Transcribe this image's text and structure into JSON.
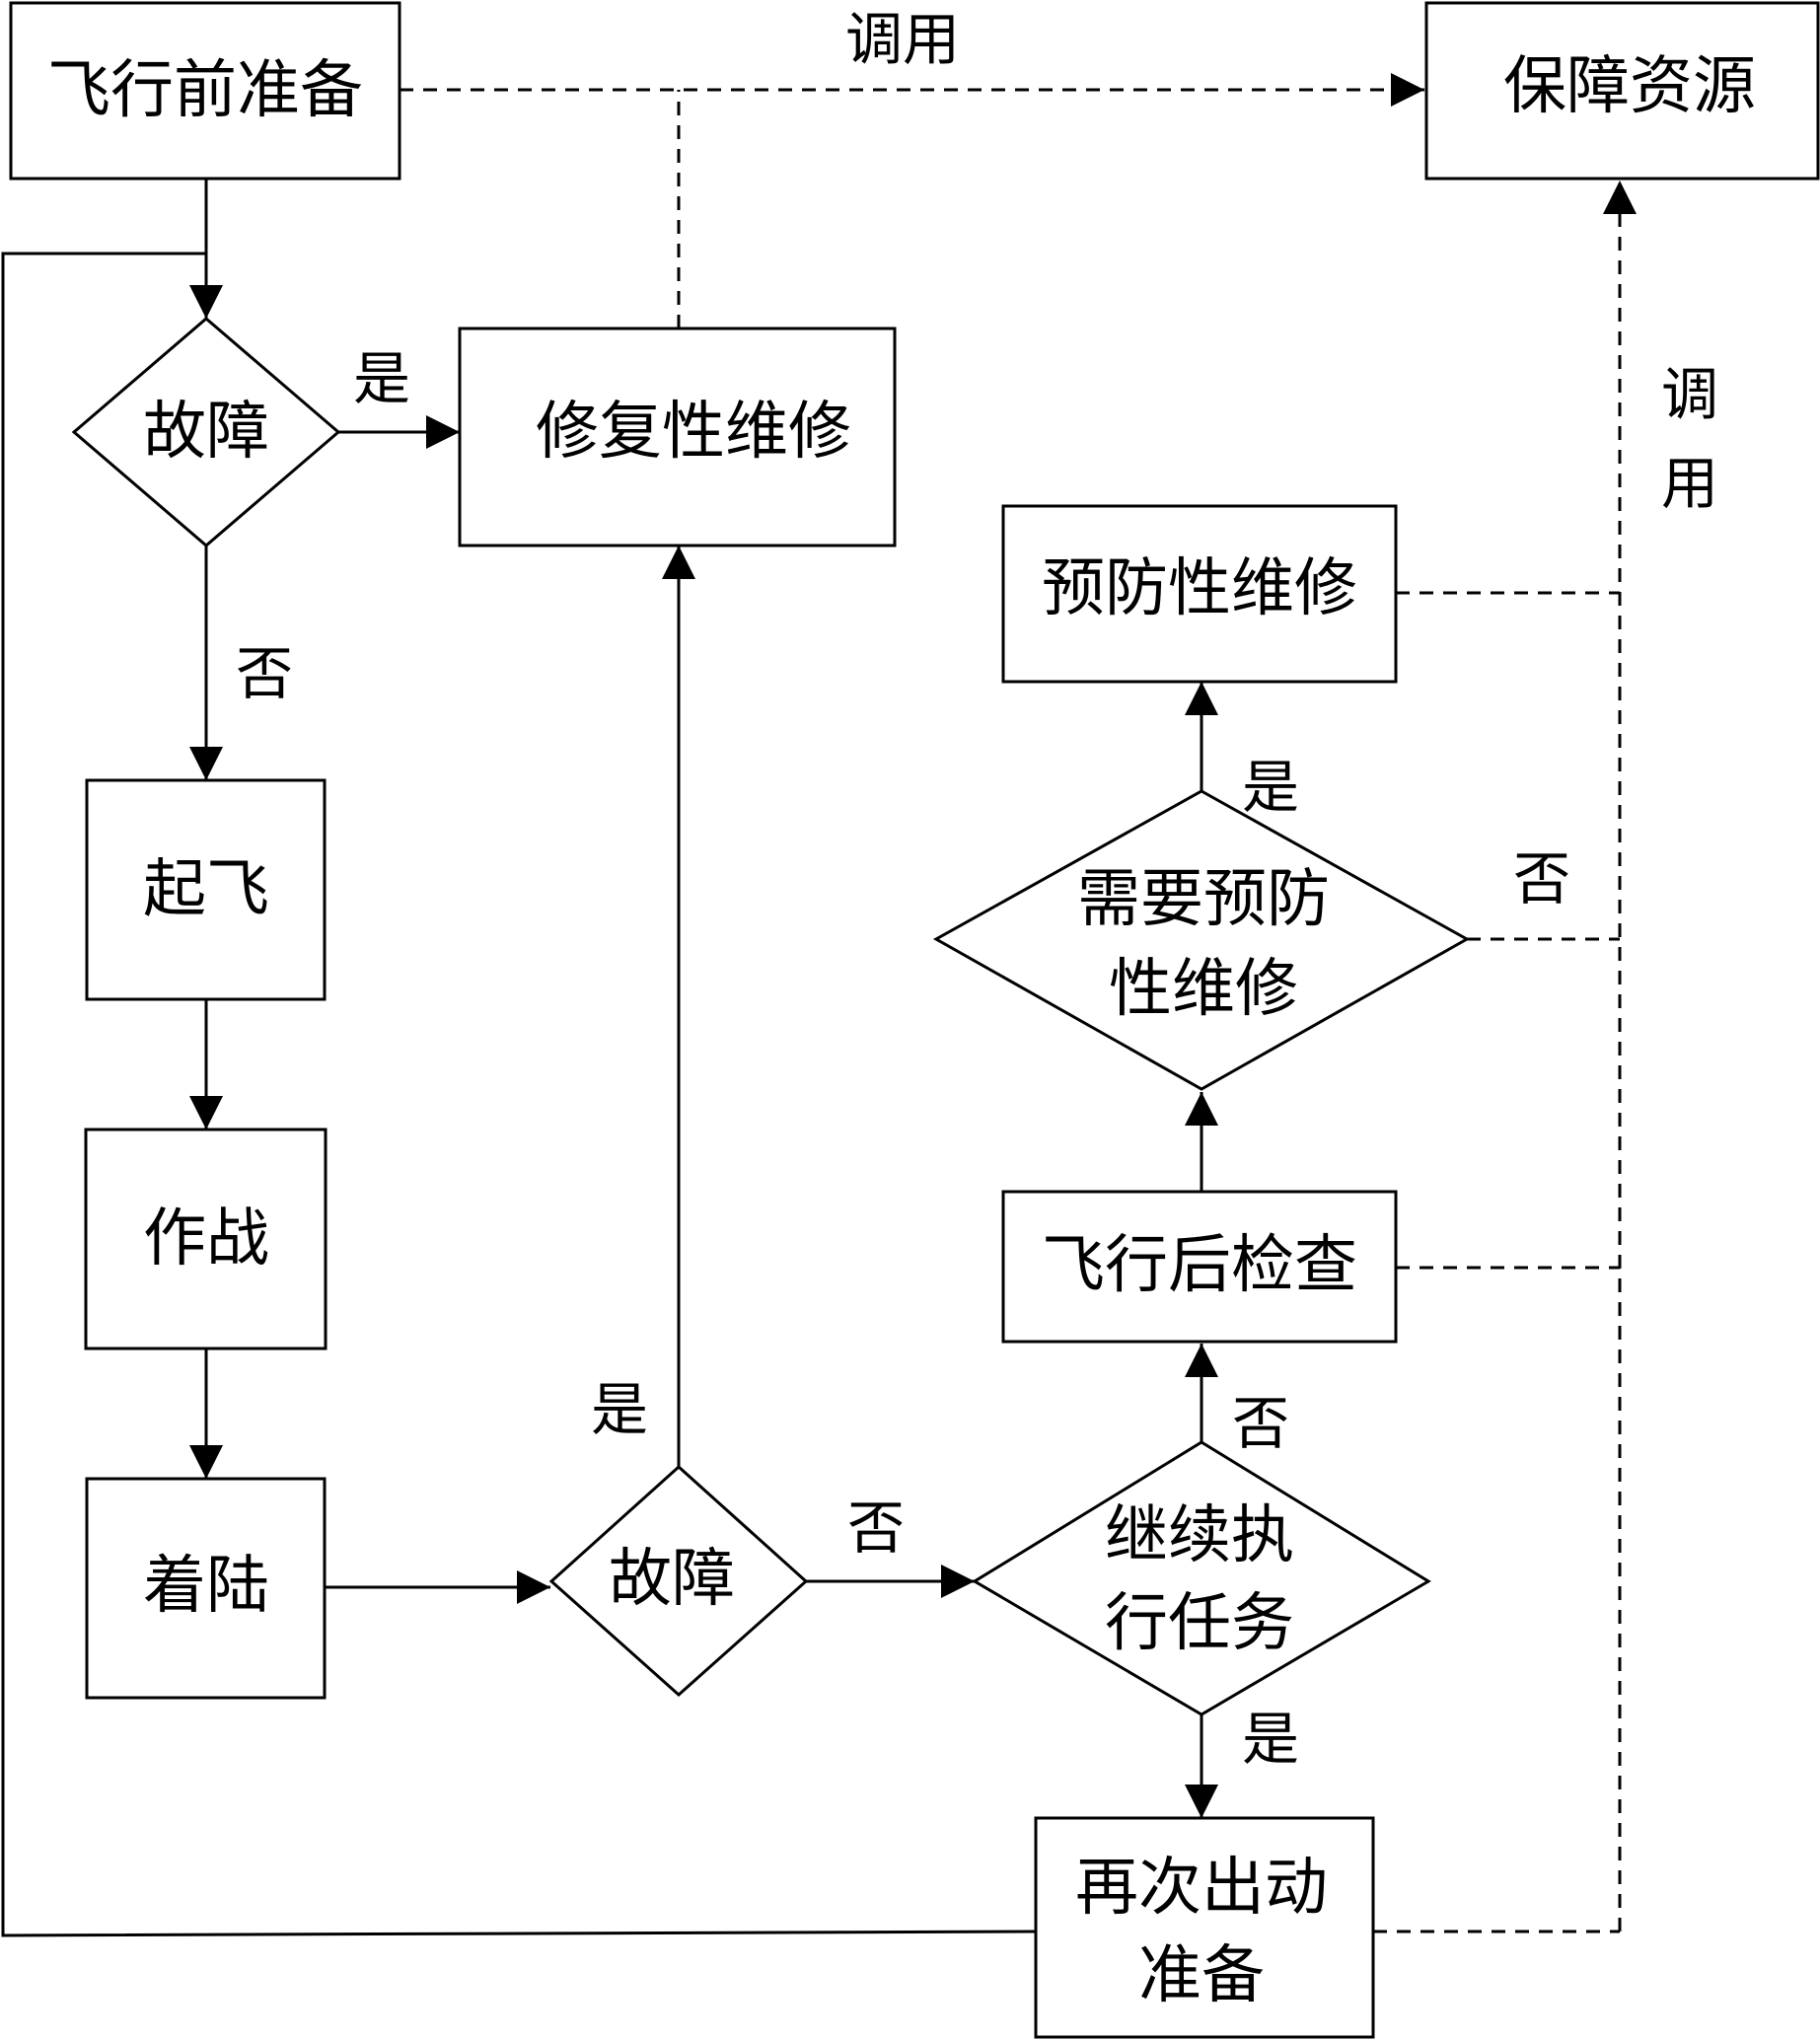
{
  "nodes": {
    "preflight": "飞行前准备",
    "resources": "保障资源",
    "fault_check_1": "故障",
    "corrective_maintenance": "修复性维修",
    "takeoff": "起飞",
    "combat": "作战",
    "landing": "着陆",
    "fault_check_2": "故障",
    "continue_mission_line1": "继续执",
    "continue_mission_line2": "行任务",
    "postflight_check": "飞行后检查",
    "need_preventive_line1": "需要预防",
    "need_preventive_line2": "性维修",
    "preventive_maintenance": "预防性维修",
    "resortie_line1": "再次出动",
    "resortie_line2": "准备"
  },
  "edge_labels": {
    "invoke_top": "调用",
    "invoke_right_line1": "调",
    "invoke_right_line2": "用",
    "fault1_yes": "是",
    "fault1_no": "否",
    "fault2_yes": "是",
    "fault2_no": "否",
    "continue_yes": "是",
    "continue_no": "否",
    "need_yes": "是",
    "need_no": "否"
  }
}
